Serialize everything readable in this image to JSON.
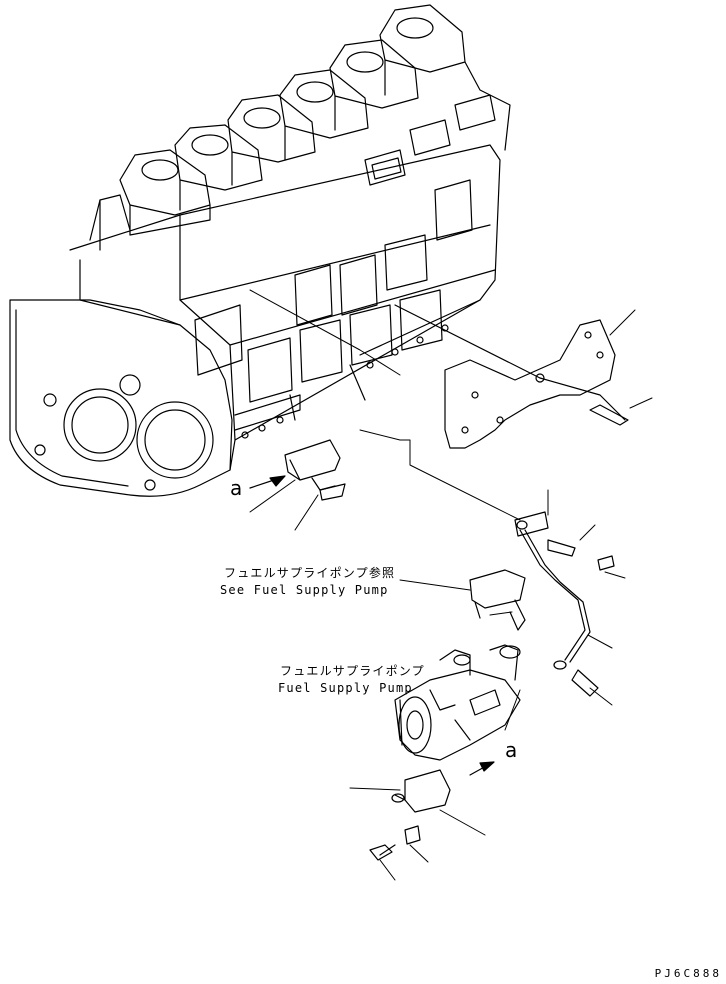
{
  "labels": {
    "supply_pump_ref_jp": "フュエルサプライポンプ参照",
    "supply_pump_ref_en": "See Fuel Supply Pump",
    "supply_pump_jp": "フュエルサプライポンプ",
    "supply_pump_en": "Fuel Supply Pump"
  },
  "ref_marks": {
    "upper": "a",
    "lower": "a"
  },
  "drawing_code": "PJ6C888"
}
